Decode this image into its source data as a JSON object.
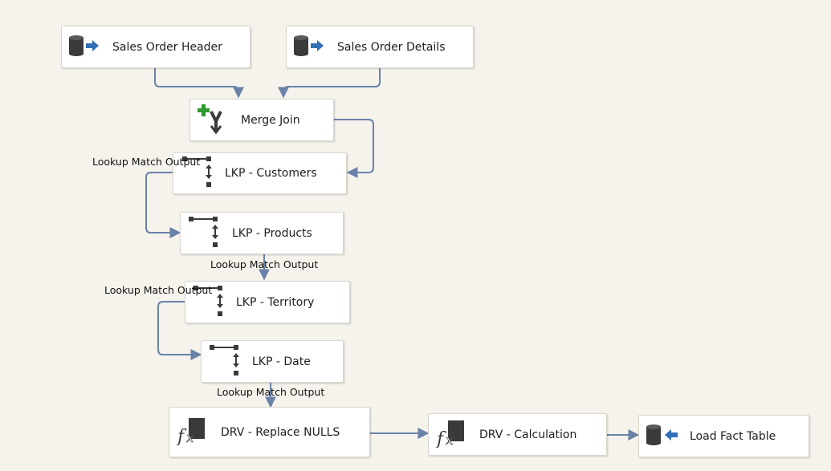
{
  "colors": {
    "background": "#f5f3ec",
    "connector": "#6a82a8",
    "node_fill": "#ffffff"
  },
  "nodes": {
    "sales_order_header": {
      "label": "Sales Order Header",
      "icon": "source-database-icon"
    },
    "sales_order_details": {
      "label": "Sales Order Details",
      "icon": "source-database-icon"
    },
    "merge_join": {
      "label": "Merge Join",
      "icon": "merge-join-icon"
    },
    "lkp_customers": {
      "label": "LKP - Customers",
      "icon": "lookup-icon"
    },
    "lkp_products": {
      "label": "LKP - Products",
      "icon": "lookup-icon"
    },
    "lkp_territory": {
      "label": "LKP - Territory",
      "icon": "lookup-icon"
    },
    "lkp_date": {
      "label": "LKP - Date",
      "icon": "lookup-icon"
    },
    "drv_replace_nulls": {
      "label": "DRV - Replace NULLS",
      "icon": "derived-column-icon"
    },
    "drv_calculation": {
      "label": "DRV - Calculation",
      "icon": "derived-column-icon"
    },
    "load_fact_table": {
      "label": "Load Fact Table",
      "icon": "destination-database-icon"
    }
  },
  "path_labels": {
    "customers_to_products": "Lookup Match Output",
    "products_to_territory": "Lookup Match Output",
    "territory_to_date": "Lookup Match Output",
    "date_to_replace_nulls": "Lookup Match Output"
  }
}
